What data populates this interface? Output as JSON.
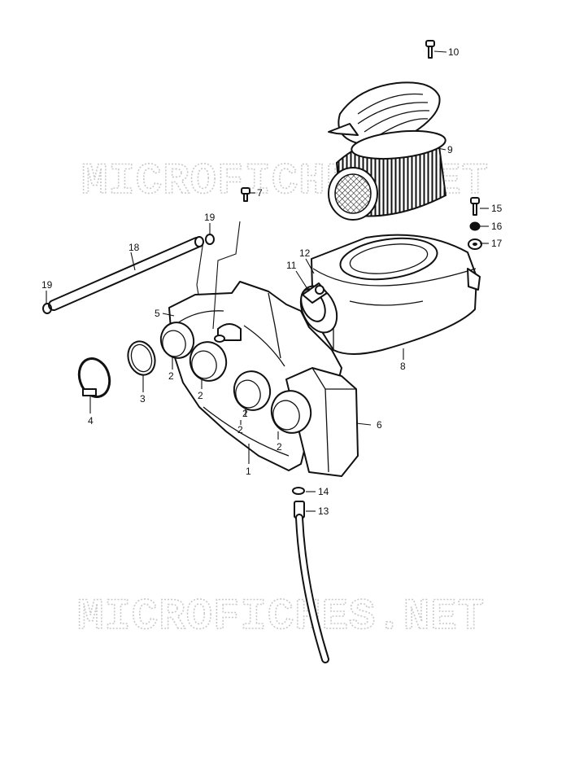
{
  "watermark": {
    "top": "MICROFICHES.NET",
    "bottom": "MICROFICHES.NET"
  },
  "callouts": {
    "c1": "1",
    "c2a": "2",
    "c2b": "2",
    "c2c": "2",
    "c2d": "2",
    "c2e": "2",
    "c3": "3",
    "c4": "4",
    "c5": "5",
    "c6": "6",
    "c7": "7",
    "c8": "8",
    "c9": "9",
    "c10": "10",
    "c11": "11",
    "c12": "12",
    "c13": "13",
    "c14": "14",
    "c15": "15",
    "c16": "16",
    "c17": "17",
    "c18": "18",
    "c19a": "19",
    "c19b": "19"
  }
}
